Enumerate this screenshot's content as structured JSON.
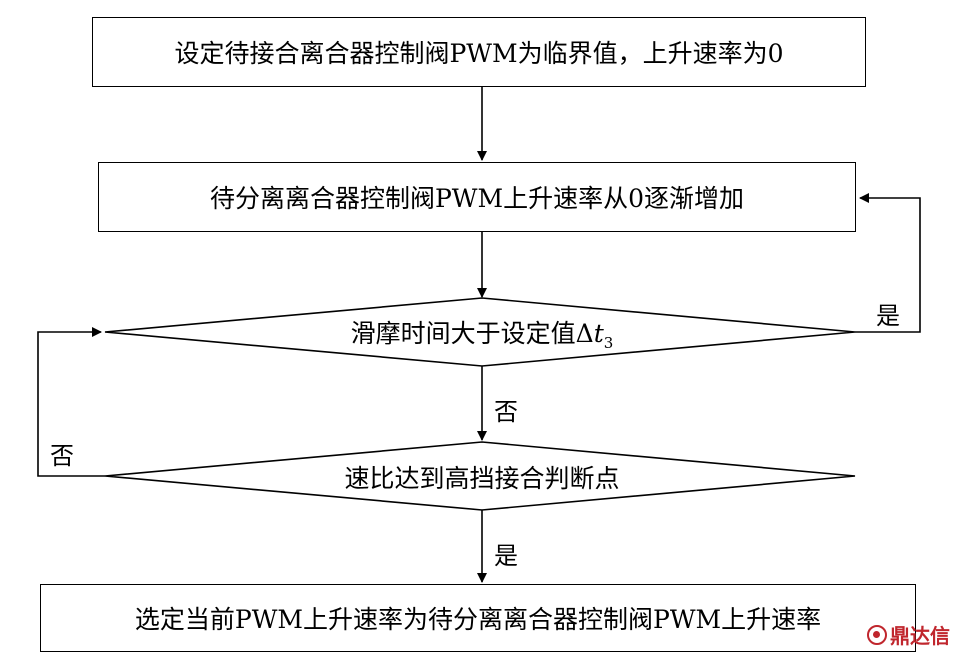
{
  "nodes": {
    "step1": "设定待接合离合器控制阀PWM为临界值，上升速率为0",
    "step2": "待分离离合器控制阀PWM上升速率从0逐渐增加",
    "decision1_text": "滑摩时间大于设定值Δ",
    "decision1_var": "t",
    "decision1_sub": "3",
    "decision2": "速比达到高挡接合判断点",
    "step3": "选定当前PWM上升速率为待分离离合器控制阀PWM上升速率"
  },
  "labels": {
    "d1_yes": "是",
    "d1_no": "否",
    "d2_no": "否",
    "d2_yes": "是"
  },
  "watermark": {
    "text": "鼎达信",
    "color": "#c0262d"
  }
}
